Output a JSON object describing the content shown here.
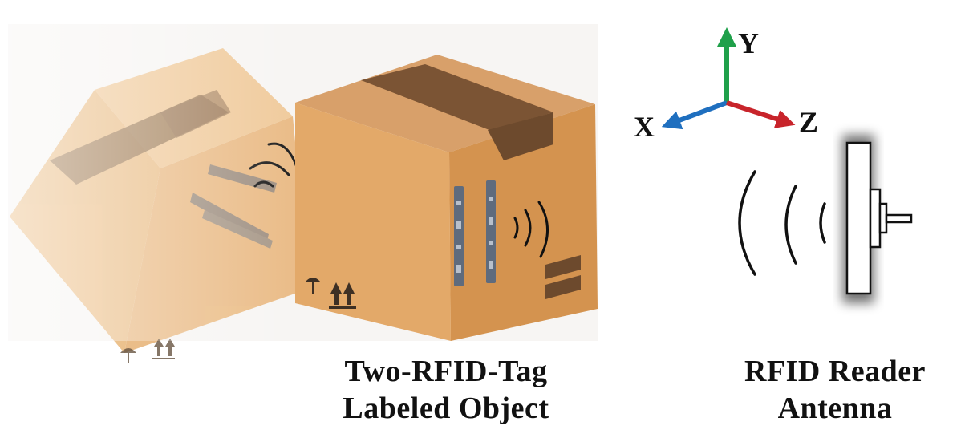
{
  "axes": {
    "y_label": "Y",
    "x_label": "X",
    "z_label": "Z",
    "colors": {
      "y": "#1fa04a",
      "x": "#1f6fbf",
      "z": "#c8242b"
    }
  },
  "tagged_object": {
    "caption_line1": "Two-RFID-Tag",
    "caption_line2": "Labeled Object",
    "box_icon": "cardboard-box-icon",
    "tag_icon": "rfid-tag-icon"
  },
  "reader": {
    "caption_line1": "RFID Reader",
    "caption_line2": "Antenna",
    "antenna_icon": "rfid-antenna-icon",
    "signal_icon": "radio-wave-icon"
  },
  "colors": {
    "box_front": "#e8b67c",
    "box_side": "#d89a5b",
    "box_top": "#f0c896",
    "tape": "#8b5a36"
  }
}
